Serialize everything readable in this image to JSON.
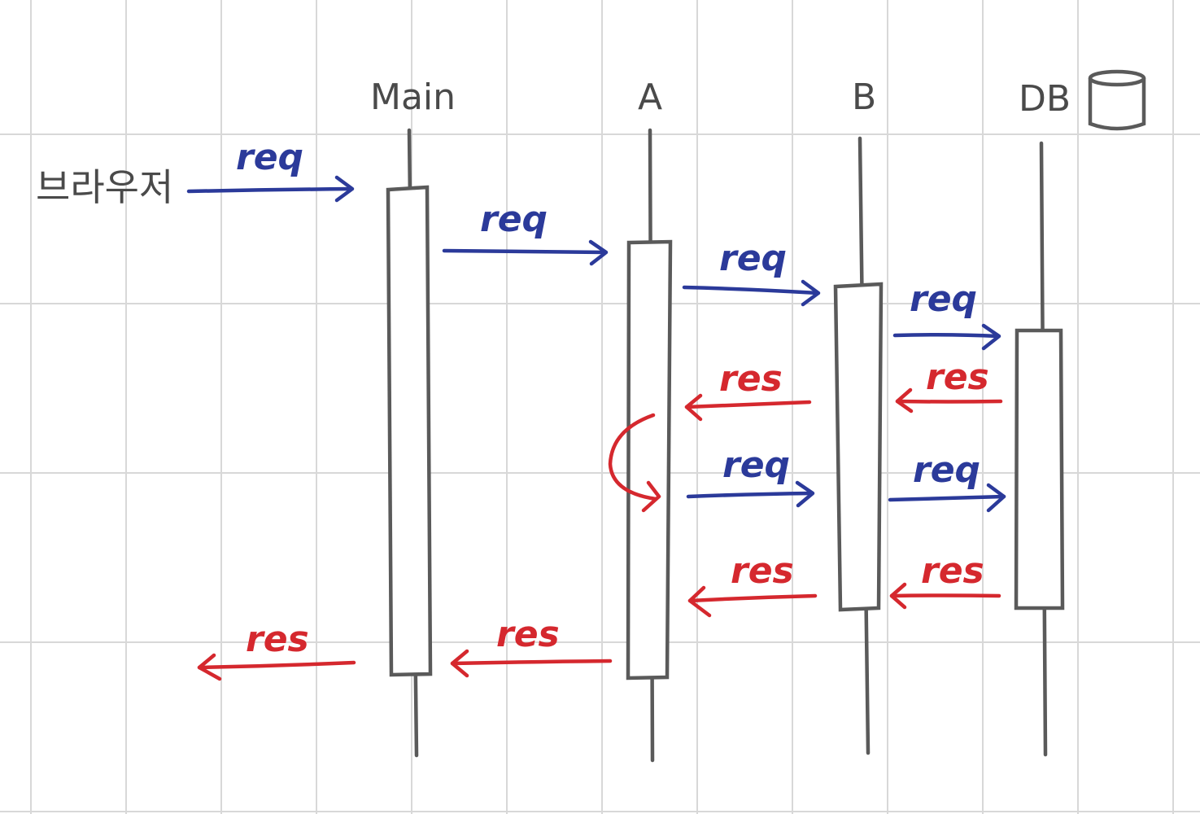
{
  "diagram": {
    "participants": [
      {
        "id": "main",
        "label": "Main"
      },
      {
        "id": "a",
        "label": "A"
      },
      {
        "id": "b",
        "label": "B"
      },
      {
        "id": "db",
        "label": "DB"
      }
    ],
    "external_actor": {
      "label": "브라우저"
    },
    "db_icon": "cylinder-icon",
    "colors": {
      "request": "#2b3a9a",
      "response": "#d5282e",
      "lines": "#5a5a5a",
      "grid": "#d8d8d8"
    },
    "messages": [
      {
        "from": "browser",
        "to": "main",
        "label": "req"
      },
      {
        "from": "main",
        "to": "a",
        "label": "req"
      },
      {
        "from": "a",
        "to": "b",
        "label": "req"
      },
      {
        "from": "b",
        "to": "db",
        "label": "req"
      },
      {
        "from": "db",
        "to": "b",
        "label": "res"
      },
      {
        "from": "b",
        "to": "a",
        "label": "res"
      },
      {
        "from": "a",
        "to": "b",
        "label": "req"
      },
      {
        "from": "b",
        "to": "db",
        "label": "req"
      },
      {
        "from": "db",
        "to": "b",
        "label": "res"
      },
      {
        "from": "b",
        "to": "a",
        "label": "res"
      },
      {
        "from": "a",
        "to": "main",
        "label": "res"
      },
      {
        "from": "main",
        "to": "browser",
        "label": "res"
      }
    ]
  }
}
